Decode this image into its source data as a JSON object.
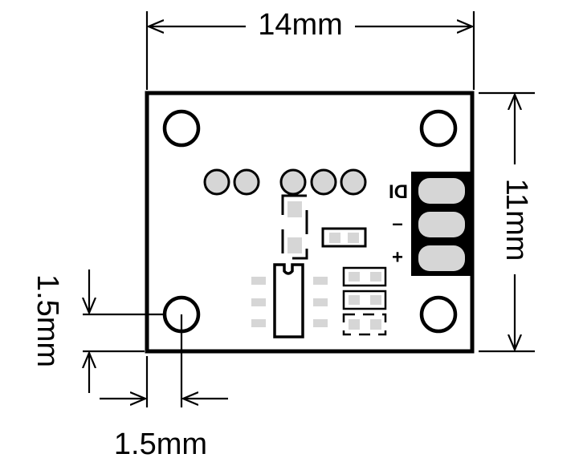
{
  "dimensions": {
    "width_label": "14mm",
    "height_label": "11mm",
    "hole_offset_y_label": "1.5mm",
    "hole_offset_x_label": "1.5mm"
  },
  "connector": {
    "pins": [
      {
        "label": "DI"
      },
      {
        "label": "–"
      },
      {
        "label": "+"
      }
    ]
  },
  "colors": {
    "board_outline": "#000000",
    "pad_fill": "#d6d6d6",
    "connector_fill": "#000000"
  }
}
